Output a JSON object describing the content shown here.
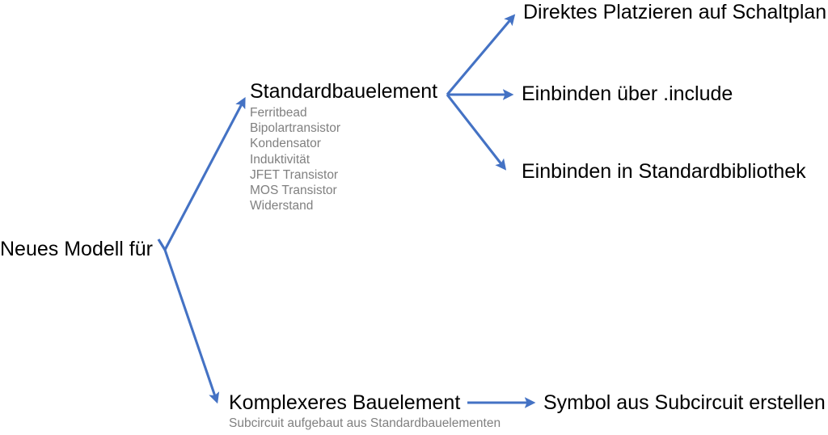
{
  "diagram": {
    "title": "Neues Modell für",
    "background_color": "#ffffff",
    "arrow_color": "#4472C4",
    "text_color": "#000000",
    "muted_text_color": "#808080",
    "root": {
      "label": "Neues Modell für"
    },
    "branches": [
      {
        "id": "standardbauelement",
        "label": "Standardbauelement",
        "items": [
          "Ferritbead",
          "Bipolartransistor",
          "Kondensator",
          "Induktivität",
          "JFET Transistor",
          "MOS Transistor",
          "Widerstand"
        ],
        "children": [
          {
            "id": "direkt",
            "label": "Direktes Platzieren auf Schaltplan"
          },
          {
            "id": "include",
            "label": "Einbinden über .include"
          },
          {
            "id": "bibliothek",
            "label": "Einbinden in Standardbibliothek"
          }
        ]
      },
      {
        "id": "komplexeres-bauelement",
        "label": "Komplexeres Bauelement",
        "subtitle": "Subcircuit aufgebaut aus Standardbauelementen",
        "children": [
          {
            "id": "symbol",
            "label": "Symbol aus Subcircuit erstellen"
          }
        ]
      }
    ],
    "connectors": [
      {
        "name": "root-to-standardbauelement",
        "kind": "elbow-arrow"
      },
      {
        "name": "root-to-komplexeres-bauelement",
        "kind": "elbow-arrow"
      },
      {
        "name": "standardbauelement-to-direkt",
        "kind": "arrow-up-right"
      },
      {
        "name": "standardbauelement-to-include",
        "kind": "arrow-right"
      },
      {
        "name": "standardbauelement-to-bibliothek",
        "kind": "arrow-down-right"
      },
      {
        "name": "komplexeres-to-symbol",
        "kind": "arrow-right"
      }
    ]
  }
}
